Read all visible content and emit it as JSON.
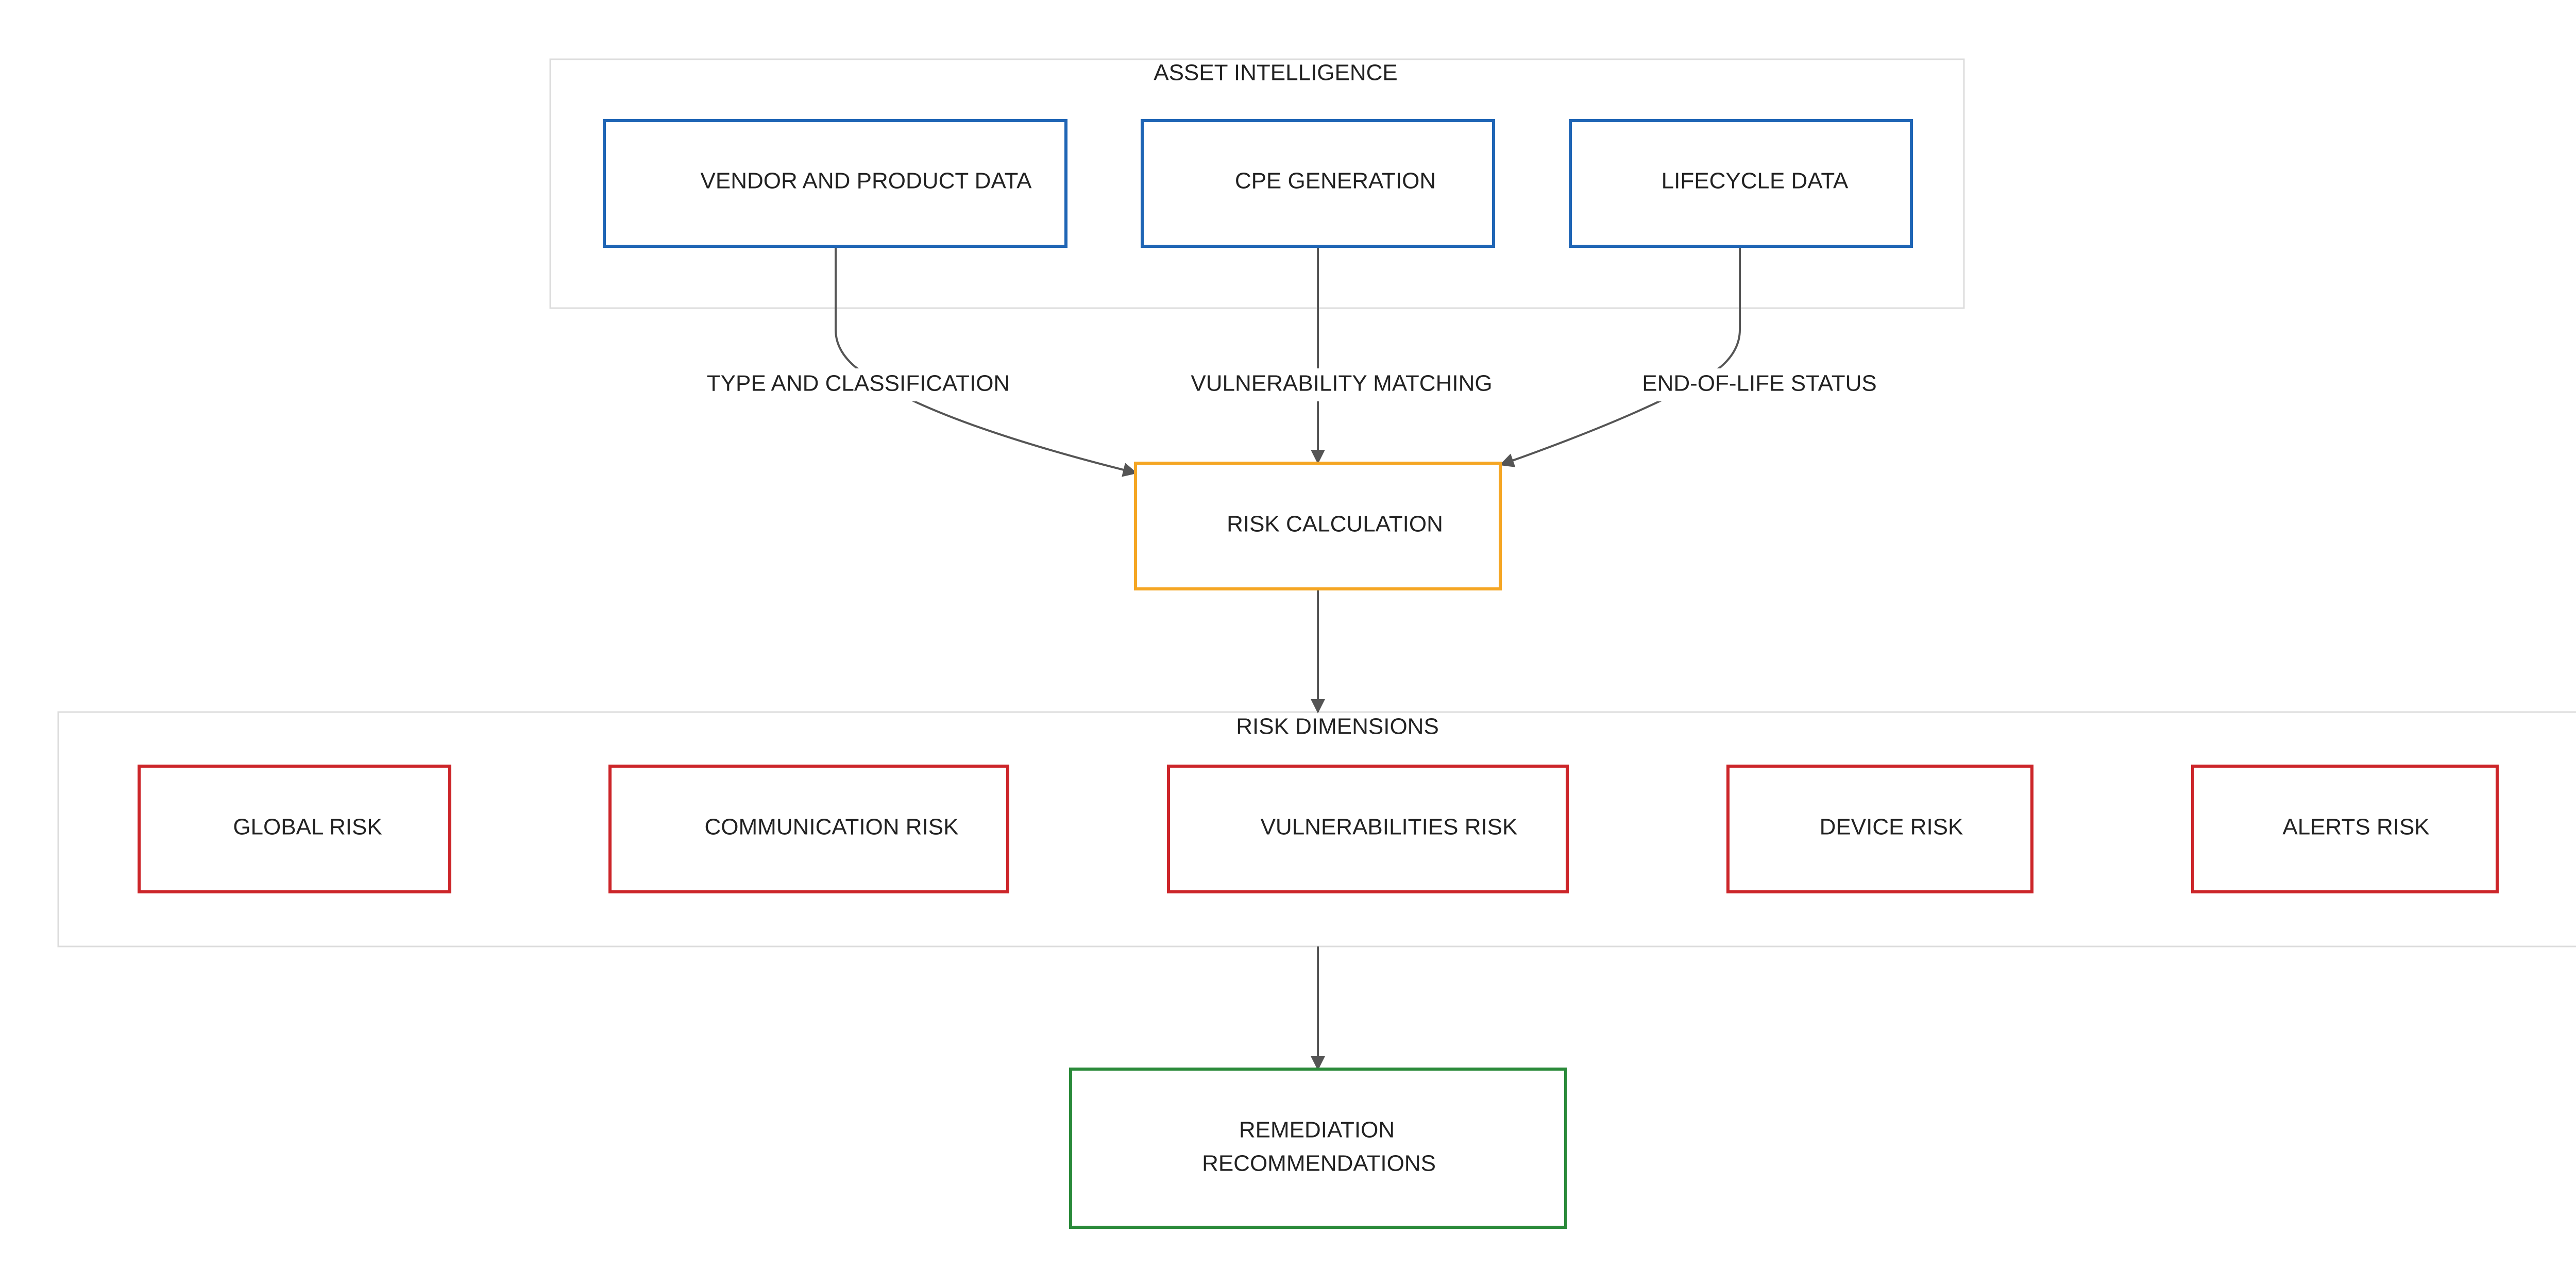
{
  "colors": {
    "input_node": "#1f65b5",
    "process_node": "#f5a623",
    "risk_node": "#cc2529",
    "output_node": "#2a8a3a",
    "group_border": "#dcdcdc",
    "edge": "#555555"
  },
  "groups": {
    "asset_intelligence": {
      "title": "ASSET INTELLIGENCE"
    },
    "risk_dimensions": {
      "title": "RISK DIMENSIONS"
    }
  },
  "nodes": {
    "vendor_product": {
      "label": "VENDOR AND PRODUCT DATA"
    },
    "cpe_generation": {
      "label": "CPE GENERATION"
    },
    "lifecycle": {
      "label": "LIFECYCLE DATA"
    },
    "risk_calculation": {
      "label": "RISK CALCULATION"
    },
    "global_risk": {
      "label": "GLOBAL RISK"
    },
    "communication_risk": {
      "label": "COMMUNICATION RISK"
    },
    "vulnerabilities_risk": {
      "label": "VULNERABILITIES RISK"
    },
    "device_risk": {
      "label": "DEVICE RISK"
    },
    "alerts_risk": {
      "label": "ALERTS RISK"
    },
    "remediation": {
      "label_line1": "REMEDIATION",
      "label_line2": "RECOMMENDATIONS"
    }
  },
  "edges": {
    "type_classification": {
      "label": "TYPE AND CLASSIFICATION"
    },
    "vulnerability_matching": {
      "label": "VULNERABILITY MATCHING"
    },
    "end_of_life": {
      "label": "END-OF-LIFE STATUS"
    }
  }
}
